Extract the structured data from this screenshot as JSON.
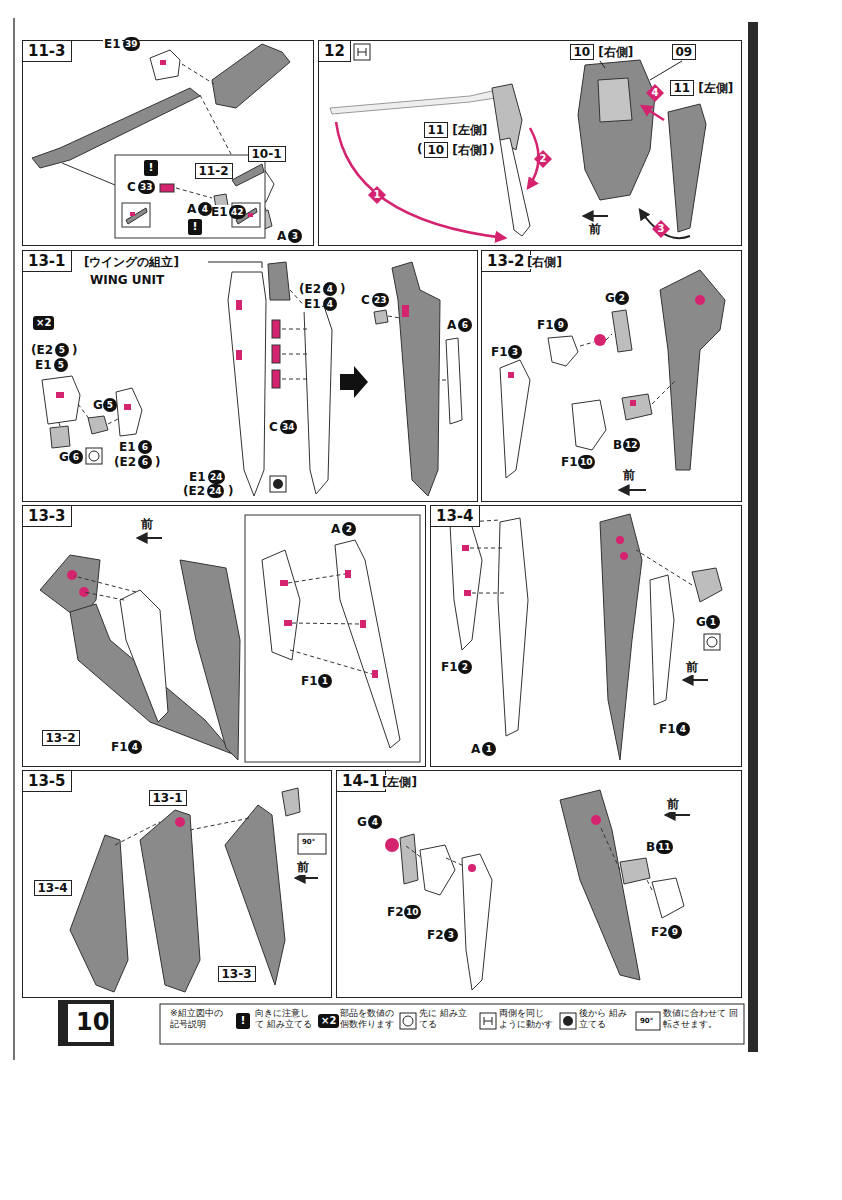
{
  "diagram": {
    "nodes": [
      {
        "text": [
          "11-3"
        ]
      },
      {
        "text": [
          "10-1"
        ],
        "in": 0
      },
      {
        "text": [
          "11-2"
        ],
        "in": 0
      },
      {
        "text": [
          "12"
        ]
      },
      {
        "text": [
          "11",
          "[左側]"
        ],
        "in": 3
      },
      {
        "text": [
          "10",
          "[右側]"
        ],
        "in": 3
      },
      {
        "text": [
          "10",
          "[右側]"
        ],
        "in": 3
      },
      {
        "text": [
          "09"
        ],
        "in": 3
      },
      {
        "text": [
          "11",
          "[左側]"
        ],
        "in": 3
      },
      {
        "text": [
          "13-1",
          "[ウイングの組立]",
          "WING UNIT"
        ]
      },
      {
        "text": [
          "13-2",
          "[右側]"
        ]
      },
      {
        "text": [
          "13-3"
        ]
      },
      {
        "text": [
          "13-2"
        ],
        "in": 11
      },
      {
        "text": [
          "13-4"
        ]
      },
      {
        "text": [
          "13-5"
        ]
      },
      {
        "text": [
          "13-1"
        ],
        "in": 14
      },
      {
        "text": [
          "13-4"
        ],
        "in": 14
      },
      {
        "text": [
          "13-3"
        ],
        "in": 14
      },
      {
        "text": [
          "14-1",
          "[左側]"
        ]
      }
    ],
    "labels": [
      "E1",
      "39",
      "E1",
      "42",
      "A",
      "3",
      "!",
      "C",
      "33",
      "A",
      "4",
      "!",
      "(",
      ")",
      "1",
      "2",
      "3",
      "4",
      "前",
      "×2",
      "(E2",
      "5",
      ")",
      "E1",
      "5",
      "G",
      "5",
      "G",
      "6",
      "E1",
      "6",
      "(E2",
      "6",
      ")",
      "(E2",
      "4",
      ")",
      "E1",
      "4",
      "C",
      "34",
      "E1",
      "24",
      "(E2",
      "24",
      ")",
      "C",
      "23",
      "A",
      "6",
      "G",
      "2",
      "F1",
      "9",
      "F1",
      "3",
      "B",
      "12",
      "F1",
      "10",
      "前",
      "前",
      "F1",
      "4",
      "A",
      "2",
      "F1",
      "1",
      "F1",
      "2",
      "A",
      "1",
      "G",
      "1",
      "前",
      "F1",
      "4",
      "前",
      "90°",
      "G",
      "4",
      "F2",
      "10",
      "F2",
      "3",
      "前",
      "B",
      "11",
      "F2",
      "9",
      "10",
      "※組立図中の 記号説明",
      "!",
      "×2",
      "90°"
    ],
    "legend": [
      {
        "text": "向きに注意して 組み立てる"
      },
      {
        "text": "部品を数値の 個数作ります"
      },
      {
        "text": "先に 組み立てる"
      },
      {
        "text": "両側を同じ ように動かす"
      },
      {
        "text": "後から 組み立てる"
      },
      {
        "text": "数値に合わせて 回転させます。"
      }
    ]
  }
}
